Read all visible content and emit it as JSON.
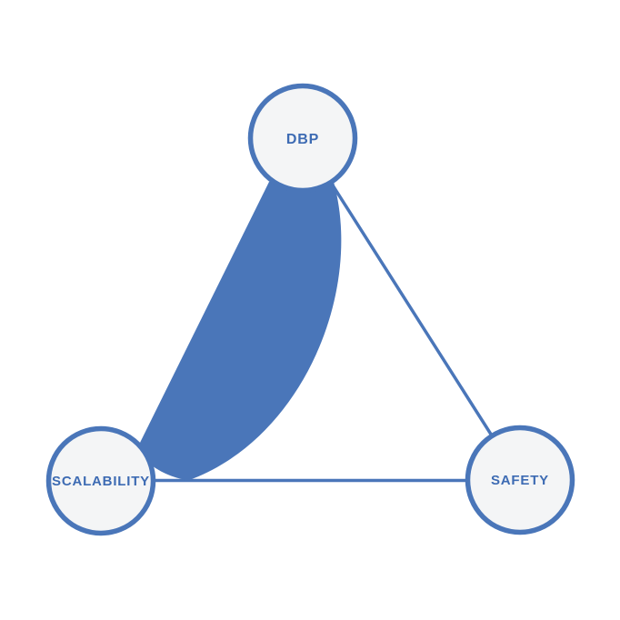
{
  "diagram": {
    "type": "triangle-relationship-diagram",
    "background": "#ffffff",
    "colors": {
      "accent": "#4a76b9",
      "node_fill": "#f4f5f6",
      "label_text": "#3d6bb3"
    },
    "nodes": [
      {
        "id": "dbp",
        "label": "DBP"
      },
      {
        "id": "scalability",
        "label": "SCALABILITY"
      },
      {
        "id": "safety",
        "label": "SAFETY"
      }
    ],
    "edges": [
      {
        "from": "DBP",
        "to": "SCALABILITY",
        "style": "thick-filled-curved-wedge"
      },
      {
        "from": "DBP",
        "to": "SAFETY",
        "style": "thin-line"
      },
      {
        "from": "SCALABILITY",
        "to": "SAFETY",
        "style": "thin-line"
      }
    ]
  }
}
